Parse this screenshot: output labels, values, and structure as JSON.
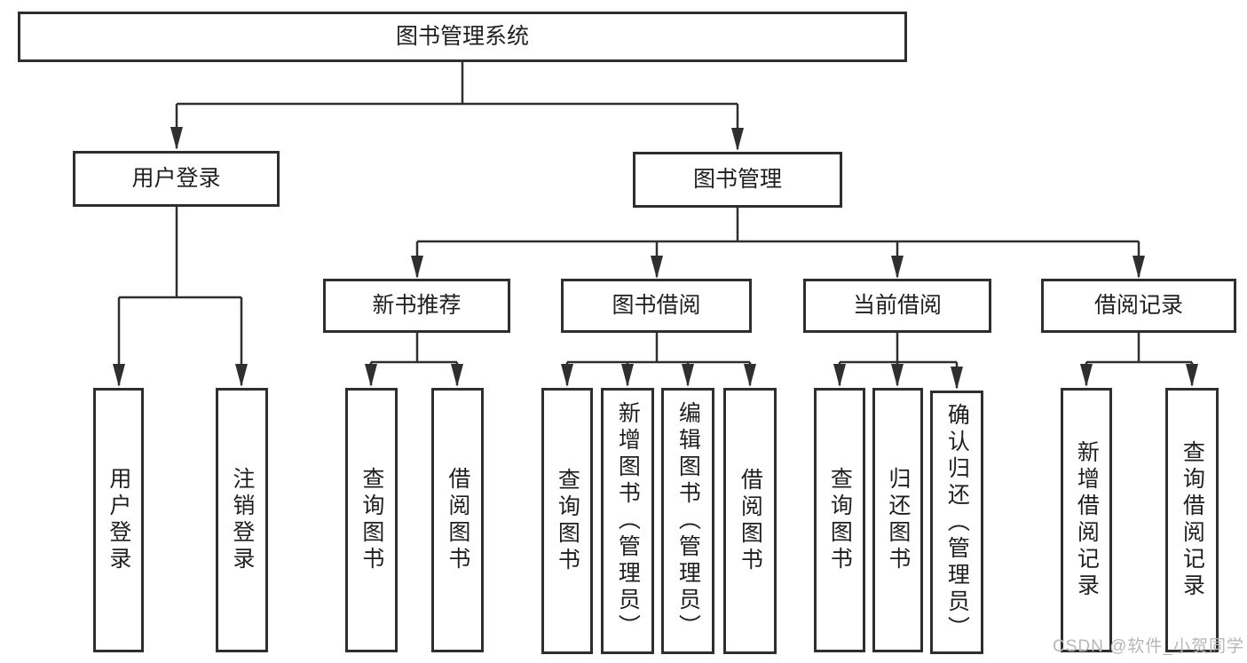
{
  "diagram": {
    "root": {
      "label": "图书管理系统"
    },
    "user_login": {
      "label": "用户登录",
      "children": [
        "用户登录",
        "注销登录"
      ]
    },
    "book_management": {
      "label": "图书管理",
      "groups": [
        {
          "label": "新书推荐",
          "children": [
            "查询图书",
            "借阅图书"
          ]
        },
        {
          "label": "图书借阅",
          "children": [
            "查询图书",
            "新增图书（管理员）",
            "编辑图书（管理员）",
            "借阅图书"
          ]
        },
        {
          "label": "当前借阅",
          "children": [
            "查询图书",
            "归还图书",
            "确认归还（管理员）"
          ]
        },
        {
          "label": "借阅记录",
          "children": [
            "新增借阅记录",
            "查询借阅记录"
          ]
        }
      ]
    }
  },
  "colors": {
    "line": "#2f2f2f",
    "border": "#2e2e2e",
    "text": "#1f1f1f",
    "watermark": "#b7b7b7"
  },
  "watermark": "CSDN @软件_小贺同学"
}
